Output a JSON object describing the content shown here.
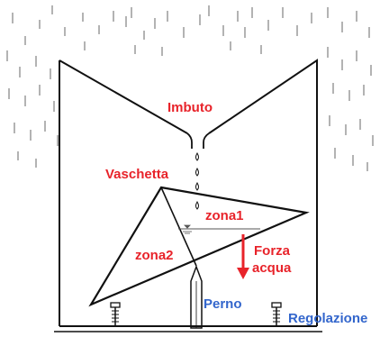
{
  "labels": {
    "funnel": "Imbuto",
    "bucket": "Vaschetta",
    "zone1": "zona1",
    "zone2": "zona2",
    "water_force_line1": "Forza",
    "water_force_line2": "acqua",
    "pivot": "Perno",
    "adjustment": "Regolazione"
  },
  "colors": {
    "label_red": "#e8232a",
    "label_blue": "#3366cc",
    "outline": "#111111",
    "rain": "#8a8a8a",
    "water_line": "#555555"
  },
  "icons": {
    "rain": "rain-streaks",
    "drops": "water-drop-icon",
    "force_arrow": "down-arrow-icon",
    "screw": "adjustment-screw-icon"
  }
}
